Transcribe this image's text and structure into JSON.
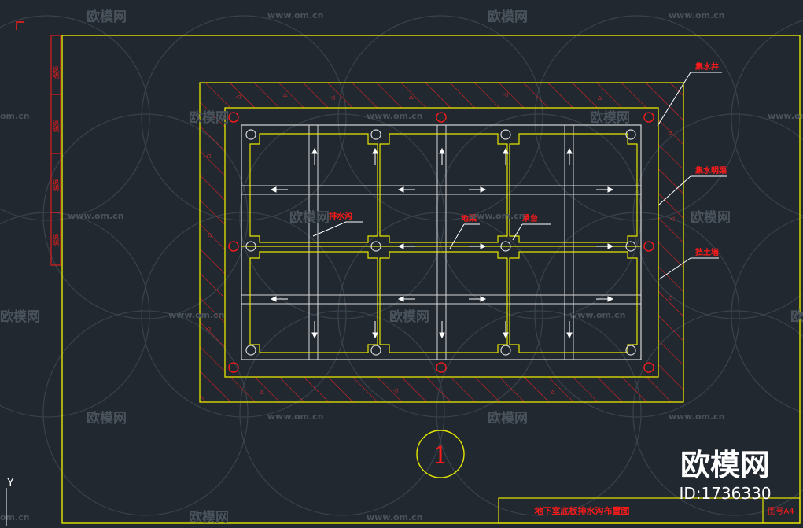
{
  "domain_hint": "Computer-Use",
  "colors": {
    "background": "#212830",
    "frame": "#e6e600",
    "grid": "#d8d8d8",
    "annotation": "#ff1a1a",
    "hatch": "#ff2020",
    "watermark": "#3a424b"
  },
  "drawing": {
    "callouts": {
      "sump_well": "集水井",
      "collect_trench": "集水明渠",
      "retaining_wall": "挡土墙",
      "label_a": "排水沟",
      "label_b": "地梁",
      "label_c": "承台"
    },
    "section_marker": "1",
    "title_block": {
      "title": "地下室底板排水沟布置图",
      "sheet": "图号A4"
    },
    "left_strip_labels": [
      "说明",
      "说明",
      "说明",
      "说明"
    ],
    "axis_y": "Y"
  },
  "watermark": {
    "brand": "欧模网",
    "site": "www.om.cn",
    "domain_short": "om.cn",
    "id_text": "ID:1736330"
  }
}
